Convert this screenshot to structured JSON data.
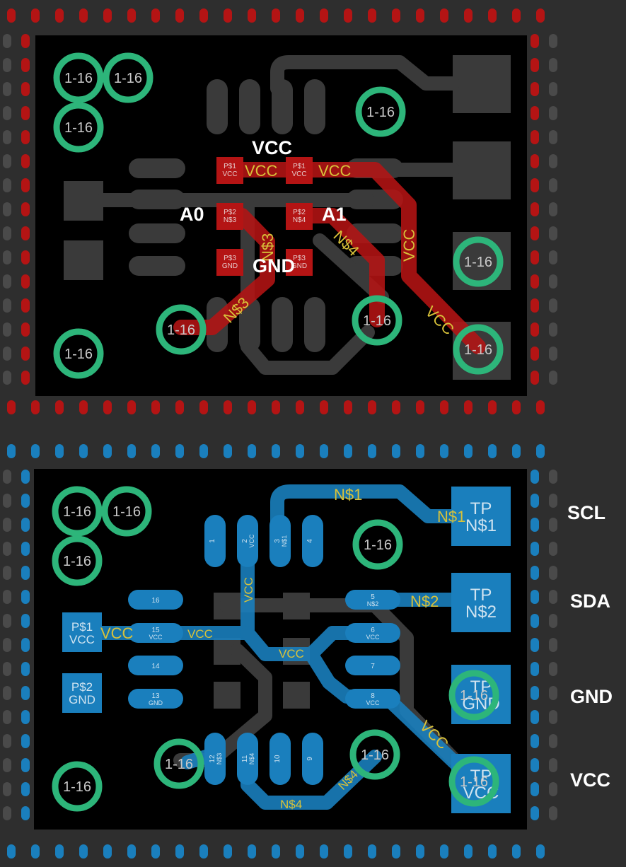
{
  "colors": {
    "background": "#2e2e2e",
    "board": "#000000",
    "copper_dim": "#3a3a3a",
    "stitch_gray": "#4a4a4a",
    "top_red": "#b41414",
    "bottom_blue": "#1a7fbd",
    "via_green": "#2db57a",
    "net_label_yellow": "#d8c23a",
    "white": "#ffffff"
  },
  "via_label": "1-16",
  "top_board": {
    "pad_labels": {
      "vcc": "VCC",
      "a0": "A0",
      "a1": "A1",
      "gnd": "GND"
    },
    "pads": [
      {
        "key": "p1_left",
        "line1": "P$1",
        "line2": "VCC"
      },
      {
        "key": "p1_right",
        "line1": "P$1",
        "line2": "VCC"
      },
      {
        "key": "p2_left",
        "line1": "P$2",
        "line2": "N$3"
      },
      {
        "key": "p2_right",
        "line1": "P$2",
        "line2": "N$4"
      },
      {
        "key": "p3_left",
        "line1": "P$3",
        "line2": "GND"
      },
      {
        "key": "p3_right",
        "line1": "P$3",
        "line2": "GND"
      }
    ],
    "net_labels": {
      "vcc_a": "VCC",
      "vcc_b": "VCC",
      "vcc_vertical": "VCC",
      "vcc_diag": "VCC",
      "n3": "N$3",
      "n3_partial": "N$3",
      "n4": "N$4"
    }
  },
  "bottom_board": {
    "side_labels": {
      "scl": "SCL",
      "sda": "SDA",
      "gnd": "GND",
      "vcc": "VCC"
    },
    "test_points": [
      {
        "key": "tp1",
        "line1": "TP",
        "line2": "N$1"
      },
      {
        "key": "tp2",
        "line1": "TP",
        "line2": "N$2"
      },
      {
        "key": "tp3",
        "line1": "TP",
        "line2": "GND"
      },
      {
        "key": "tp4",
        "line1": "TP",
        "line2": "VCC"
      }
    ],
    "power_pads": [
      {
        "key": "pp1",
        "line1": "P$1",
        "line2": "VCC"
      },
      {
        "key": "pp2",
        "line1": "P$2",
        "line2": "GND"
      }
    ],
    "ic_pins": [
      {
        "num": "1",
        "net": ""
      },
      {
        "num": "2",
        "net": "VCC"
      },
      {
        "num": "3",
        "net": "N$1"
      },
      {
        "num": "4",
        "net": ""
      },
      {
        "num": "5",
        "net": "N$2"
      },
      {
        "num": "6",
        "net": "VCC"
      },
      {
        "num": "7",
        "net": ""
      },
      {
        "num": "8",
        "net": "VCC"
      },
      {
        "num": "9",
        "net": ""
      },
      {
        "num": "10",
        "net": ""
      },
      {
        "num": "11",
        "net": "N$4"
      },
      {
        "num": "12",
        "net": "N$3"
      },
      {
        "num": "13",
        "net": "GND"
      },
      {
        "num": "14",
        "net": ""
      },
      {
        "num": "15",
        "net": "VCC"
      },
      {
        "num": "16",
        "net": ""
      }
    ],
    "net_labels": {
      "n1_top": "N$1",
      "n1_tp": "N$1",
      "n2": "N$2",
      "vcc_pp": "VCC",
      "vcc_15": "VCC",
      "vcc_mid": "VCC",
      "vcc_vertical": "VCC",
      "vcc_diag": "VCC",
      "n4_bottom": "N$4",
      "n4_diag": "N$4"
    }
  }
}
